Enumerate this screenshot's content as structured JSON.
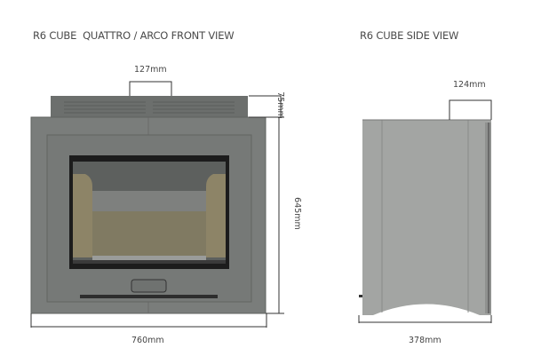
{
  "front_view": {
    "title": "R6 CUBE  QUATTRO / ARCO FRONT VIEW",
    "dimensions": {
      "flue_width": "127mm",
      "top_height": "75mm",
      "body_height": "645mm",
      "width": "760mm"
    }
  },
  "side_view": {
    "title": "R6 CUBE SIDE VIEW",
    "dimensions": {
      "flue_offset": "124mm",
      "depth": "378mm"
    }
  },
  "colors": {
    "body": "#7a7d7b",
    "frame": "#6f7270",
    "glass": "#1c1c1c",
    "firebrick": "#8d8467",
    "side": "#a3a5a3"
  }
}
